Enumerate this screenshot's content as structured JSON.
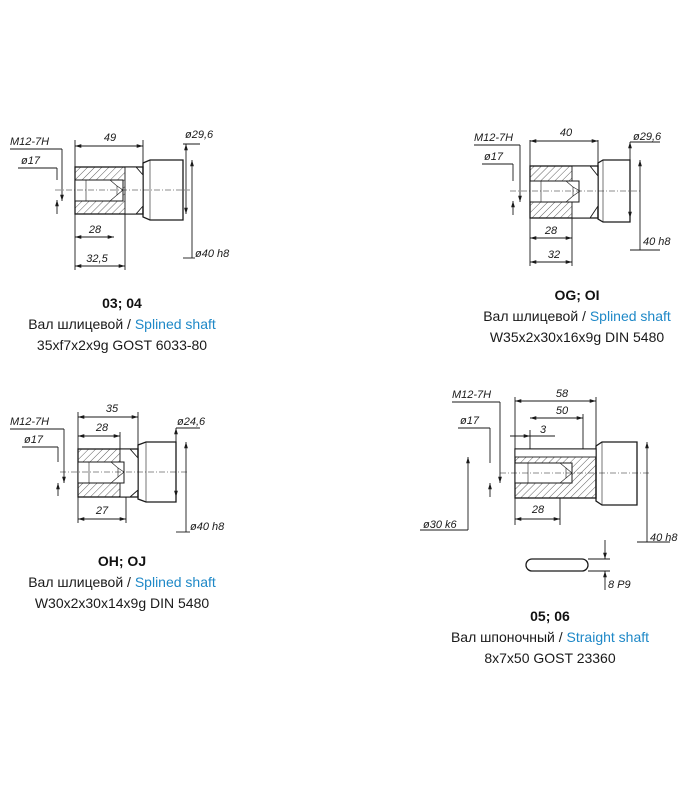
{
  "captions": [
    {
      "code": "03; 04",
      "ru": "Вал шлицевой",
      "sep": " / ",
      "en": "Splined shaft",
      "spec": "35xf7x2x9g GOST 6033-80"
    },
    {
      "code": "OG; OI",
      "ru": "Вал шлицевой",
      "sep": " / ",
      "en": "Splined shaft",
      "spec": "W35x2x30x16x9g DIN 5480"
    },
    {
      "code": "OH; OJ",
      "ru": "Вал шлицевой",
      "sep": " / ",
      "en": "Splined shaft",
      "spec": "W30x2x30x14x9g DIN 5480"
    },
    {
      "code": "05; 06",
      "ru": "Вал шпоночный",
      "sep": " / ",
      "en": "Straight shaft",
      "spec": "8x7x50 GOST 23360"
    }
  ],
  "dims": {
    "d1": {
      "thread": "M12-7H",
      "bore": "ø17",
      "len": "49",
      "dia": "ø29,6",
      "spl": "28",
      "tot": "32,5",
      "body": "ø40 h8"
    },
    "d2": {
      "thread": "M12-7H",
      "bore": "ø17",
      "len": "40",
      "dia": "ø29,6",
      "spl": "28",
      "tot": "32",
      "body": "40 h8"
    },
    "d3": {
      "thread": "M12-7H",
      "bore": "ø17",
      "len": "35",
      "len2": "28",
      "dia": "ø24,6",
      "spl": "27",
      "body": "ø40 h8"
    },
    "d4": {
      "thread": "M12-7H",
      "bore": "ø17",
      "len": "58",
      "len2": "50",
      "key": "3",
      "spl": "28",
      "dia": "ø30 k6",
      "body": "40 h8",
      "keyw": "8 P9"
    }
  },
  "colors": {
    "accent": "#1e88c7",
    "line": "#1a1a1a"
  }
}
